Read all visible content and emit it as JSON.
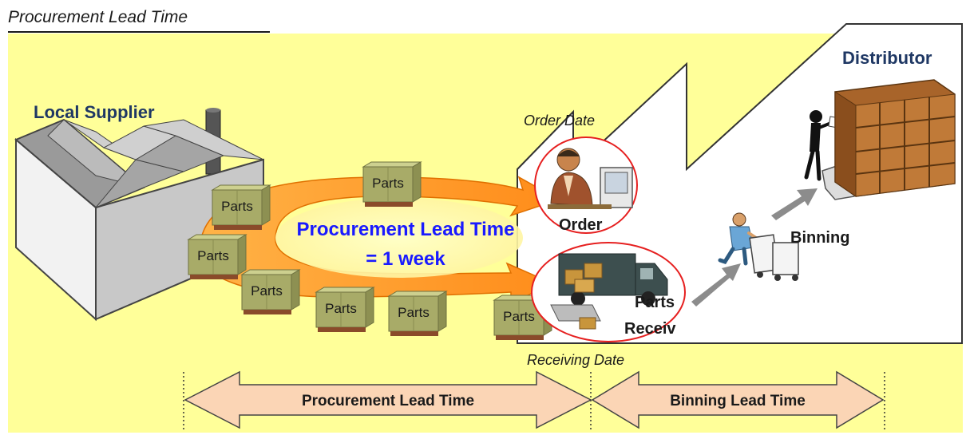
{
  "title": "Procurement Lead Time",
  "labels": {
    "local_supplier": "Local Supplier",
    "distributor": "Distributor",
    "order_date": "Order Date",
    "receiving_date": "Receiving Date",
    "order": "Order",
    "parts_receiv_1": "Parts",
    "parts_receiv_2": "Receiv",
    "binning": "Binning",
    "center_line1": "Procurement Lead Time",
    "center_line2": "= 1 week",
    "arrow_procurement": "Procurement Lead Time",
    "arrow_binning": "Binning Lead Time"
  },
  "parts_label": "Parts",
  "colors": {
    "background": "#ffff99",
    "accent_text": "#1f3864",
    "center_text": "#1a1aff",
    "cycle_arrow": "#ff9933",
    "box": "#b5b87a",
    "bottom_arrow": "#fbd5b5",
    "circle": "#e62020"
  },
  "icons": [
    "factory-icon",
    "order-person-icon",
    "truck-icon",
    "worker-cart-icon",
    "shelf-worker-icon",
    "shelf-icon"
  ]
}
